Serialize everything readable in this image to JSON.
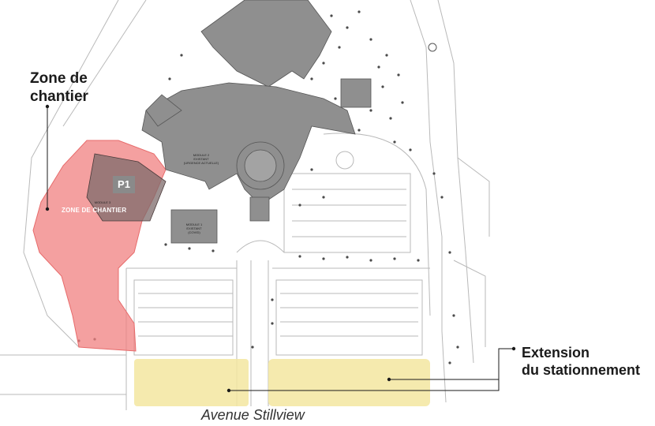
{
  "callouts": {
    "zone_line1": "Zone de",
    "zone_line2": "chantier",
    "extension_line1": "Extension",
    "extension_line2": "du stationnement"
  },
  "street": {
    "name": "Avenue Stillview"
  },
  "map_labels": {
    "parking_tag": "P1",
    "construction_zone": "ZONE DE CHANTIER",
    "module2_title": "MODULE 2",
    "module2_sub1": "EXISTANT",
    "module2_sub2": "(URGENCE ACTUELLE)",
    "module1_title": "MODULE 1",
    "module1_sub1": "EXISTANT",
    "module1_sub2": "(COVID)",
    "module3_title": "MODULE 3"
  },
  "colors": {
    "construction_zone": "#f08080",
    "parking_extension": "#f3e6a0",
    "building": "#8f8f8f",
    "callout_text": "#1a1a1a"
  }
}
